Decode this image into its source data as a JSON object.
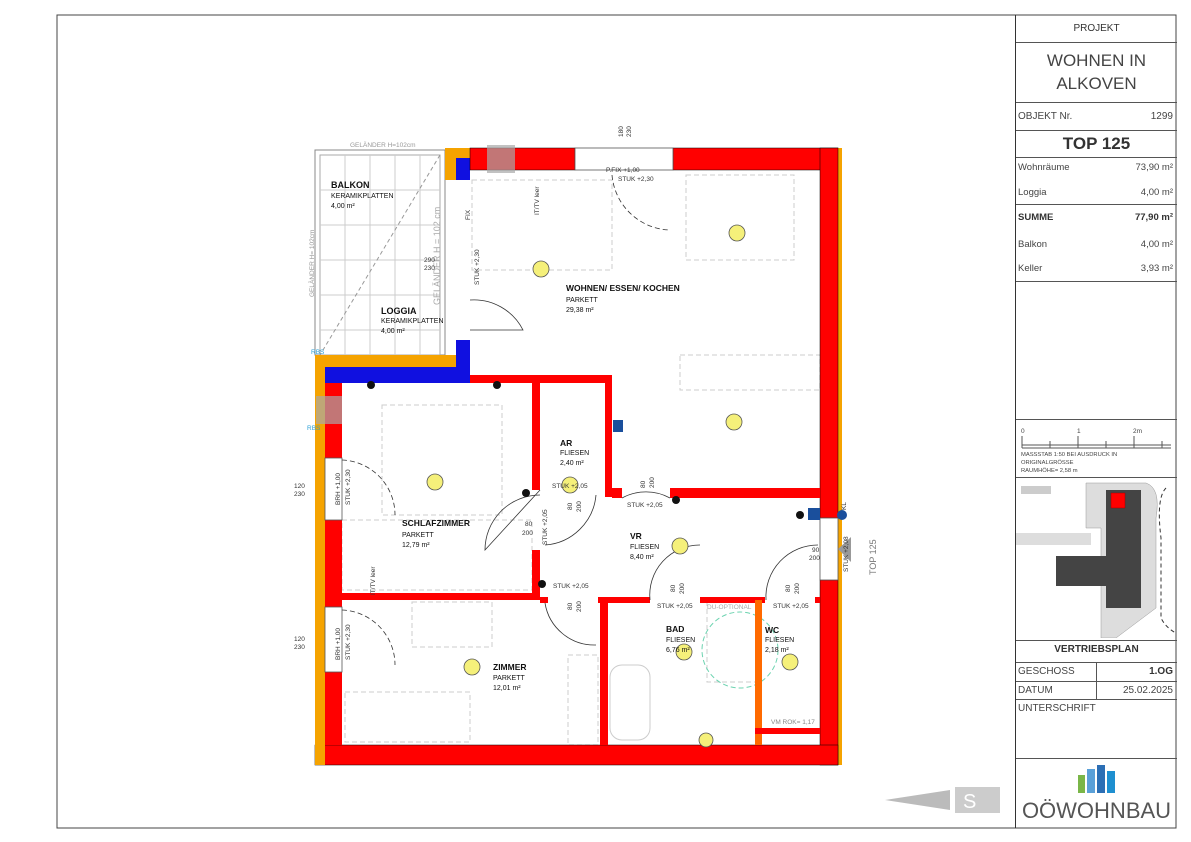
{
  "panel": {
    "projekt_label": "PROJEKT",
    "project_name_1": "WOHNEN IN",
    "project_name_2": "ALKOVEN",
    "objekt_label": "OBJEKT Nr.",
    "objekt_value": "1299",
    "top": "TOP 125",
    "areas": [
      {
        "label": "Wohnräume",
        "value": "73,90 m²"
      },
      {
        "label": "Loggia",
        "value": "4,00 m²"
      },
      {
        "label": "SUMME",
        "value": "77,90 m²"
      },
      {
        "label": "Balkon",
        "value": "4,00 m²"
      },
      {
        "label": "Keller",
        "value": "3,93 m²"
      }
    ],
    "scale": {
      "ticks": [
        "0",
        "1",
        "2m"
      ],
      "line1": "MASSSTAB   1:50   BEI   AUSDRUCK   IN",
      "line2": "ORIGINALGRÖSSE",
      "line3": "RAUMHÖHE= 2,58 m"
    },
    "vertriebsplan": "VERTRIEBSPLAN",
    "geschoss_label": "GESCHOSS",
    "geschoss_value": "1.OG",
    "datum_label": "DATUM",
    "datum_value": "25.02.2025",
    "unterschrift_label": "UNTERSCHRIFT",
    "logo_text": "OÖWOHNBAU"
  },
  "rooms": [
    {
      "name": "BALKON",
      "floor": "KERAMIKPLATTEN",
      "area": "4,00 m²"
    },
    {
      "name": "LOGGIA",
      "floor": "KERAMIKPLATTEN",
      "area": "4,00 m²"
    },
    {
      "name": "WOHNEN/ ESSEN/ KOCHEN",
      "floor": "PARKETT",
      "area": "29,38 m²"
    },
    {
      "name": "AR",
      "floor": "FLIESEN",
      "area": "2,40 m²"
    },
    {
      "name": "SCHLAFZIMMER",
      "floor": "PARKETT",
      "area": "12,79 m²"
    },
    {
      "name": "VR",
      "floor": "FLIESEN",
      "area": "8,40 m²"
    },
    {
      "name": "ZIMMER",
      "floor": "PARKETT",
      "area": "12,01 m²"
    },
    {
      "name": "BAD",
      "floor": "FLIESEN",
      "area": "6,76 m²"
    },
    {
      "name": "WC",
      "floor": "FLIESEN",
      "area": "2,18 m²"
    }
  ],
  "annotations": {
    "gelaender_top": "GELÄNDER H=102cm",
    "gelaender_left": "GELÄNDER H= 102cm",
    "gelaender_mid": "GELÄNDER H = 102 cm",
    "fix": "FIX",
    "stuk230": "STUK +2,30",
    "stuk205": "STUK +2,05",
    "stuk208": "STUK +2,08",
    "pfix": "P.FIX +1,00",
    "brh": "BRH +1,00",
    "dim_290_230": [
      "290",
      "230"
    ],
    "dim_120_230": [
      "120",
      "230"
    ],
    "dim_80_200": [
      "80",
      "200"
    ],
    "dim_90_200": [
      "90",
      "200"
    ],
    "dim_180_230": [
      "180",
      "230"
    ],
    "du_optional": "DU-OPTIONAL",
    "vwrok": "VM ROK= 1,17",
    "tv": "IT/TV leer",
    "top_marker": "TOP 125",
    "rbs": "RBS",
    "kl": "KL",
    "north_s": "S"
  }
}
